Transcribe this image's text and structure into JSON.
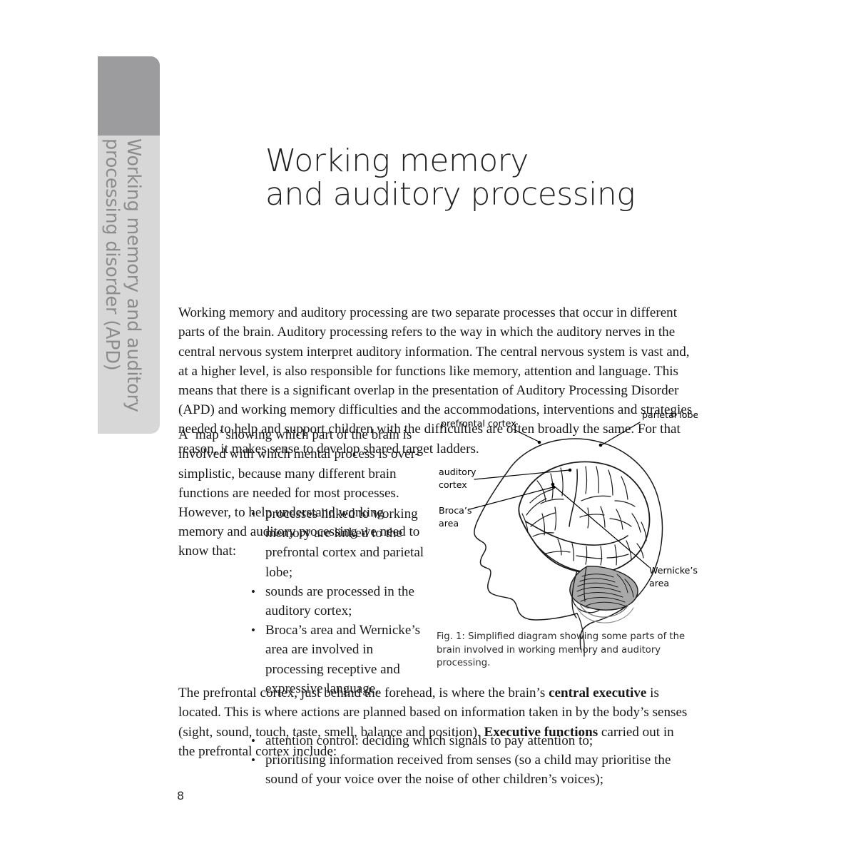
{
  "document": {
    "page_number": "8"
  },
  "side_tab": {
    "line1": "Working memory and auditory",
    "line2": "processing disorder (APD)",
    "cap_color": "#9c9c9e",
    "body_color": "#d7d7d8",
    "text_color": "#8c8c8e"
  },
  "title": {
    "line1": "Working memory",
    "line2": "and auditory processing"
  },
  "body": {
    "intro_paragraph": "Working memory and auditory processing are two separate processes that occur in different parts of the brain. Auditory processing refers to the way in which the auditory nerves in the central nervous system interpret auditory information. The central nervous system is vast and, at a higher level, is also responsible for functions like memory, attention and language. This means that there is a significant overlap in the presentation of Auditory Processing Disorder (APD) and working memory difficulties and the accommodations, interventions and strategies needed to help and support children with the difficulties are often broadly the same. For that reason, it makes sense to develop shared target ladders.",
    "map_paragraph": "A ‘map’ showing which part of the brain is involved with which mental process is over-simplistic, because many different brain functions are needed for most processes. However, to help understand working memory and auditory processing we need to know that:",
    "upper_bullets": [
      "processes linked to working memory are linked to the prefrontal cortex and parietal lobe;",
      "sounds are processed in the auditory cortex;",
      "Broca’s area and Wernicke’s area are involved in processing receptive and expressive language."
    ],
    "prefrontal_paragraph_part1": "The prefrontal cortex, just behind the forehead, is where the brain’s ",
    "prefrontal_bold1": "central executive",
    "prefrontal_paragraph_part2": " is located. This is where actions are planned based on information taken in by the body’s senses (sight, sound, touch, taste, smell, balance and position). ",
    "prefrontal_bold2": "Executive functions",
    "prefrontal_paragraph_part3": " carried out in the prefrontal cortex include:",
    "lower_bullets": [
      "attention control: deciding which signals to pay attention to;",
      "prioritising information received from senses (so a child may prioritise the sound of your voice over the noise of other children’s voices);"
    ]
  },
  "figure": {
    "caption_line1": "Fig. 1: Simplified diagram showing some parts of the brain involved",
    "caption_line2": "in working memory and auditory processing.",
    "labels": {
      "prefrontal_cortex": "prefrontal cortex",
      "auditory_cortex_line1": "auditory",
      "auditory_cortex_line2": "cortex",
      "brocas_area_line1": "Broca’s",
      "brocas_area_line2": "area",
      "parietal_lobe": "parietal lobe",
      "wernickes_area_line1": "Wernicke’s",
      "wernickes_area_line2": "area"
    },
    "cerebellum_fill": "#a8a8a8",
    "stroke_color": "#1a1a1a"
  }
}
